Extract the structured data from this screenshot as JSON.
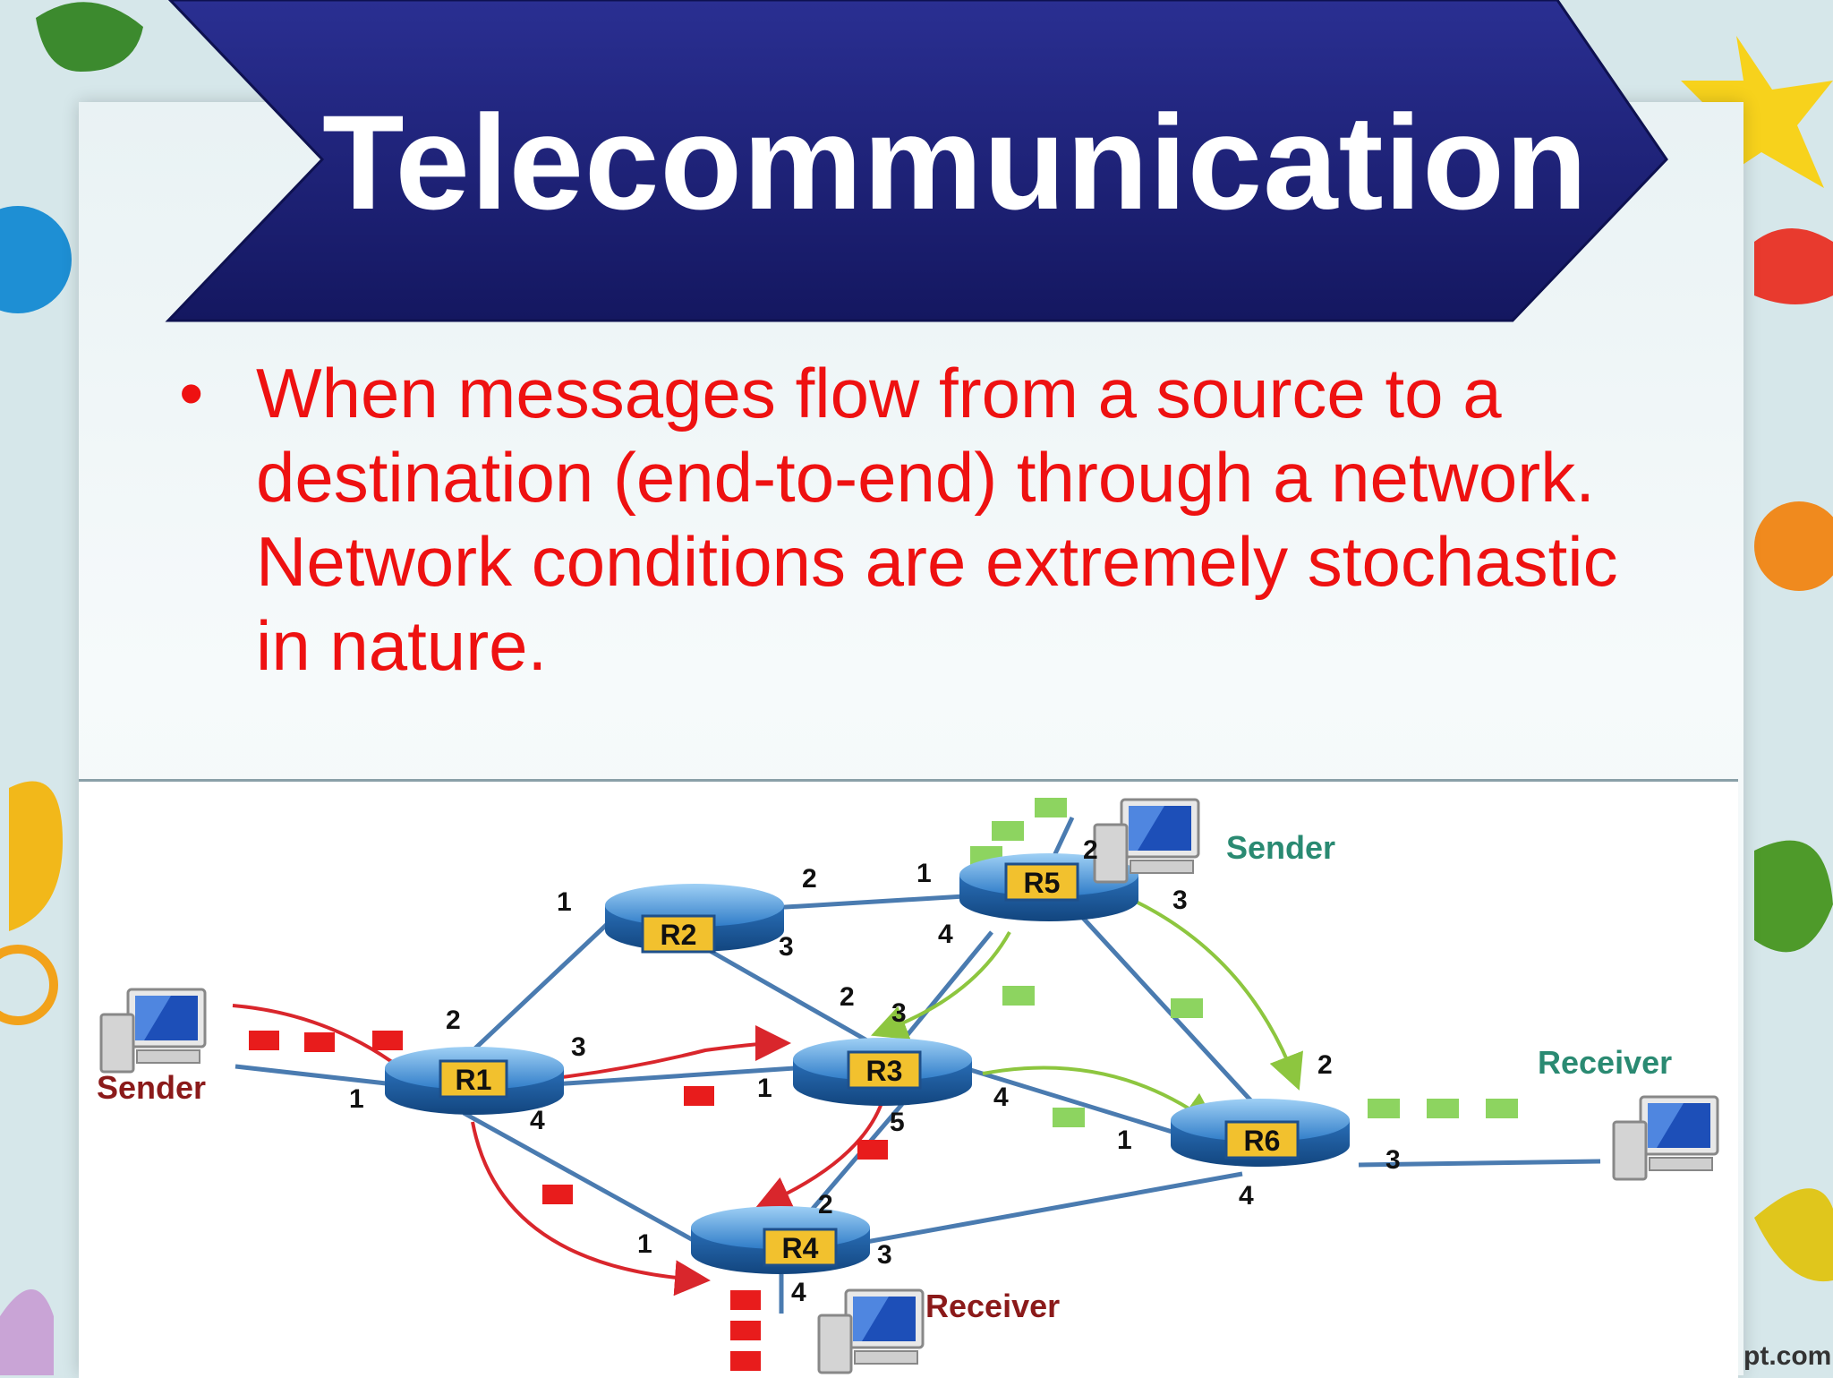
{
  "slide": {
    "title": "Telecommunication",
    "bullet": "When messages flow from a source to a destination (end-to-end) through a network. Network conditions are extremely stochastic in nature.",
    "bullet_symbol": "•",
    "watermark": "pt.com"
  },
  "colors": {
    "background": "#d6e7ea",
    "banner": "#1c2078",
    "bullet_text": "#ee1111",
    "link_line": "#4a7bb0",
    "router_body": "#2c78c4",
    "router_label_bg": "#f2c12e",
    "red_path": "#d9262c",
    "green_path": "#8dc63f",
    "packet_red": "#e81c1c",
    "packet_green": "#8dd460",
    "sender_left_label": "#8b1a1a",
    "sender_top_label": "#2a8a72",
    "receiver_right_label": "#2a8a72",
    "receiver_bottom_label": "#8b1a1a"
  },
  "diagram": {
    "routers": [
      {
        "id": "r1",
        "label": "R1"
      },
      {
        "id": "r2",
        "label": "R2"
      },
      {
        "id": "r3",
        "label": "R3"
      },
      {
        "id": "r4",
        "label": "R4"
      },
      {
        "id": "r5",
        "label": "R5"
      },
      {
        "id": "r6",
        "label": "R6"
      }
    ],
    "links": [
      [
        "sender_left",
        "r1"
      ],
      [
        "r1",
        "r2"
      ],
      [
        "r1",
        "r3"
      ],
      [
        "r1",
        "r4"
      ],
      [
        "r2",
        "r5"
      ],
      [
        "r2",
        "r3"
      ],
      [
        "r5",
        "r3"
      ],
      [
        "r5",
        "r6"
      ],
      [
        "r3",
        "r6"
      ],
      [
        "r3",
        "r4"
      ],
      [
        "r4",
        "r6"
      ],
      [
        "r6",
        "receiver_right"
      ],
      [
        "sender_top",
        "r5"
      ],
      [
        "r4",
        "receiver_bottom"
      ]
    ],
    "endpoints": {
      "sender_left": "Sender",
      "sender_top": "Sender",
      "receiver_right": "Receiver",
      "receiver_bottom": "Receiver"
    },
    "port_labels": [
      {
        "id": "p-r1-1",
        "text": "1"
      },
      {
        "id": "p-r1-2",
        "text": "2"
      },
      {
        "id": "p-r1-3",
        "text": "3"
      },
      {
        "id": "p-r1-4",
        "text": "4"
      },
      {
        "id": "p-r2-1",
        "text": "1"
      },
      {
        "id": "p-r2-2",
        "text": "2"
      },
      {
        "id": "p-r2-3",
        "text": "3"
      },
      {
        "id": "p-r5-1",
        "text": "1"
      },
      {
        "id": "p-r5-2",
        "text": "2"
      },
      {
        "id": "p-r5-3",
        "text": "3"
      },
      {
        "id": "p-r5-4",
        "text": "4"
      },
      {
        "id": "p-r3-1",
        "text": "1"
      },
      {
        "id": "p-r3-2",
        "text": "2"
      },
      {
        "id": "p-r3-3",
        "text": "3"
      },
      {
        "id": "p-r3-4",
        "text": "4"
      },
      {
        "id": "p-r3-5",
        "text": "5"
      },
      {
        "id": "p-r6-1",
        "text": "1"
      },
      {
        "id": "p-r6-2",
        "text": "2"
      },
      {
        "id": "p-r6-3",
        "text": "3"
      },
      {
        "id": "p-r6-4",
        "text": "4"
      },
      {
        "id": "p-r4-1",
        "text": "1"
      },
      {
        "id": "p-r4-2",
        "text": "2"
      },
      {
        "id": "p-r4-3",
        "text": "3"
      },
      {
        "id": "p-r4-4",
        "text": "4"
      }
    ]
  }
}
